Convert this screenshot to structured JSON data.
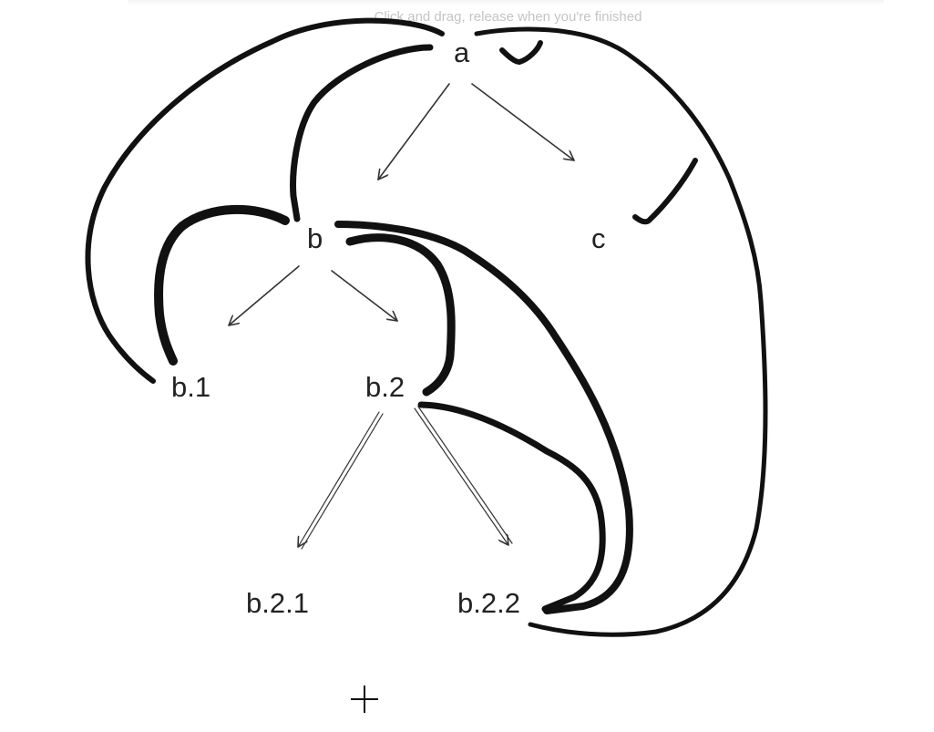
{
  "hint": "Click and drag, release when you're finished",
  "nodes": {
    "a": "a",
    "b": "b",
    "c": "c",
    "b1": "b.1",
    "b2": "b.2",
    "b21": "b.2.1",
    "b22": "b.2.2"
  },
  "edges": [
    {
      "from": "a",
      "to": "b"
    },
    {
      "from": "a",
      "to": "c"
    },
    {
      "from": "b",
      "to": "b.1"
    },
    {
      "from": "b",
      "to": "b.2"
    },
    {
      "from": "b.2",
      "to": "b.2.1"
    },
    {
      "from": "b.2",
      "to": "b.2.2"
    }
  ],
  "colors": {
    "ink": "#111111",
    "hint": "#c4c4c4",
    "background": "#ffffff"
  },
  "icons": {
    "cursor": "crosshair-cursor-icon"
  }
}
